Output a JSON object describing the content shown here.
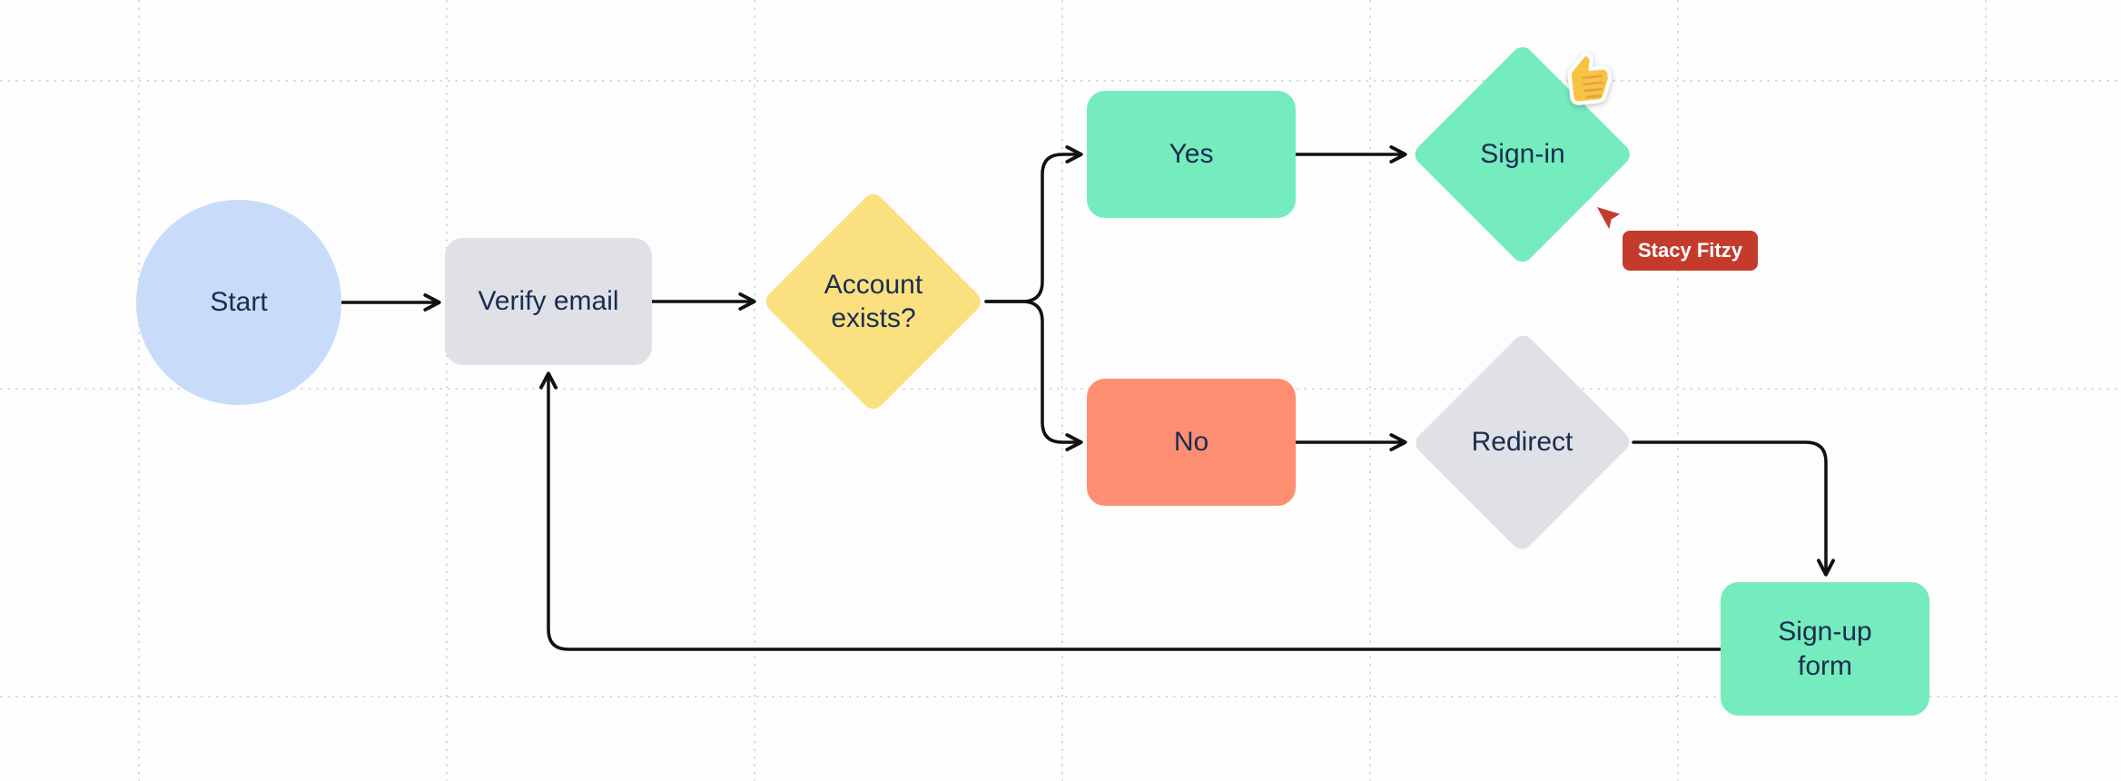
{
  "canvas": {
    "tool": "flowchart-whiteboard",
    "description": "User sign-in flowchart on a dotted-grid canvas with a collaborator cursor and a thumbs-up reaction sticker"
  },
  "colors": {
    "canvas-bg": "#FDFDFD",
    "grid-dot": "#D9D9DD",
    "node-blue": "#C8DCFA",
    "node-gray": "#DFE1E6",
    "node-yellow": "#FBE07F",
    "node-green": "#74ECBD",
    "node-salmon": "#FD8E72",
    "collab-red": "#C43B2C",
    "text-navy": "#1A2C50",
    "edge-black": "#111111"
  },
  "nodes": {
    "start": {
      "label": "Start",
      "shape": "ellipse",
      "fill": "#C8DCFA"
    },
    "verify_email": {
      "label": "Verify email",
      "shape": "rounded-rect",
      "fill": "#DFE1E6"
    },
    "account_exists": {
      "label": "Account exists?",
      "shape": "diamond",
      "fill": "#FBE07F"
    },
    "yes": {
      "label": "Yes",
      "shape": "rounded-rect",
      "fill": "#74ECBD"
    },
    "sign_in": {
      "label": "Sign-in",
      "shape": "diamond",
      "fill": "#74ECBD"
    },
    "no": {
      "label": "No",
      "shape": "rounded-rect",
      "fill": "#FD8E72"
    },
    "redirect": {
      "label": "Redirect",
      "shape": "diamond",
      "fill": "#DFE1E6"
    },
    "sign_up_form": {
      "label": "Sign-up form",
      "shape": "rounded-rect",
      "fill": "#74ECBD"
    }
  },
  "edges": [
    {
      "from": "start",
      "to": "verify_email"
    },
    {
      "from": "verify_email",
      "to": "account_exists"
    },
    {
      "from": "account_exists",
      "to": "yes"
    },
    {
      "from": "account_exists",
      "to": "no"
    },
    {
      "from": "yes",
      "to": "sign_in"
    },
    {
      "from": "no",
      "to": "redirect"
    },
    {
      "from": "redirect",
      "to": "sign_up_form"
    },
    {
      "from": "sign_up_form",
      "to": "verify_email"
    }
  ],
  "collaborator": {
    "name": "Stacy Fitzy"
  },
  "reaction": {
    "emoji": "thumbs-up",
    "attached_to": "sign_in"
  }
}
